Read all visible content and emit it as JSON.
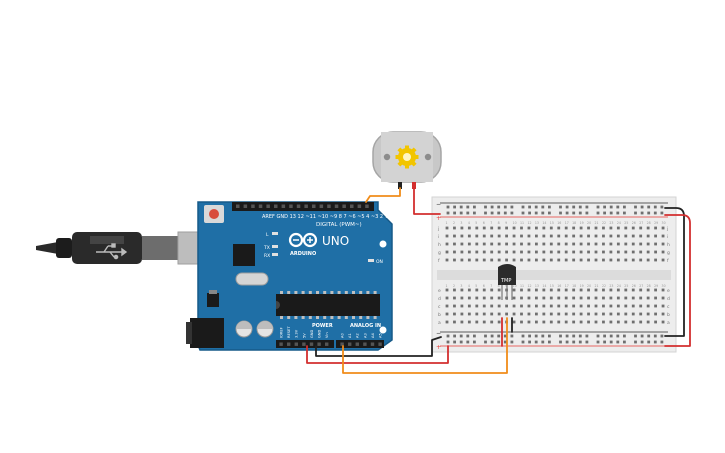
{
  "arduino": {
    "brand": "ARDUINO",
    "model": "UNO",
    "digital_label": "DIGITAL (PWM~)",
    "power_label": "POWER",
    "analog_label": "ANALOG IN",
    "aref_label": "AREF",
    "gnd_label": "GND",
    "tx_label": "TX",
    "rx_label": "RX",
    "on_label": "ON",
    "l_label": "L",
    "power_pins": [
      "IOREF",
      "RESET",
      "3.3V",
      "5V",
      "GND",
      "GND",
      "Vin"
    ],
    "analog_pins": [
      "A0",
      "A1",
      "A2",
      "A3",
      "A4",
      "A5"
    ]
  },
  "sensor": {
    "label": "TMP"
  },
  "breadboard": {
    "rows_top": [
      "j",
      "i",
      "h",
      "g",
      "f"
    ],
    "rows_bottom": [
      "e",
      "d",
      "c",
      "b",
      "a"
    ],
    "columns": 30
  },
  "colors": {
    "board": "#1f6fa6",
    "board_edge": "#175a88",
    "breadboard": "#ededed",
    "rail_red": "#e53935",
    "rail_dark": "#2b2b2b",
    "wire_red": "#d32f2f",
    "wire_black": "#222222",
    "wire_orange": "#f08c1a",
    "motor_body": "#c8c8c8",
    "motor_gear": "#f2c500",
    "usb": "#2a2a2a"
  }
}
